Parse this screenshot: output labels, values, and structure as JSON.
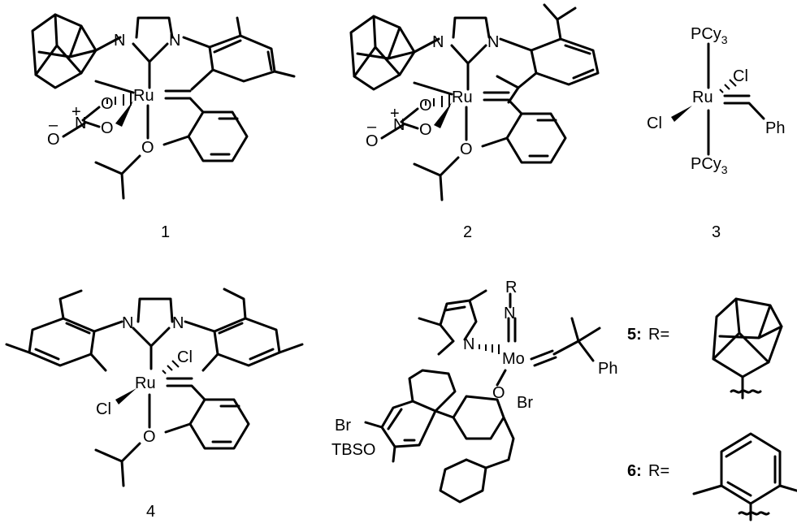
{
  "compounds": {
    "c1": {
      "number": "1"
    },
    "c2": {
      "number": "2"
    },
    "c3": {
      "number": "3"
    },
    "c4": {
      "number": "4"
    },
    "c5": {
      "number": "5:",
      "r_label": "R="
    },
    "c6": {
      "number": "6:",
      "r_label": "R="
    }
  },
  "atoms": {
    "ru": "Ru",
    "n": "N",
    "o": "O",
    "cl": "Cl",
    "br": "Br",
    "mo": "Mo",
    "r": "R",
    "ph": "Ph",
    "pcy": "PCy",
    "cy_sub": "3",
    "tbso": "TBSO",
    "plus": "+",
    "minus": "–"
  }
}
